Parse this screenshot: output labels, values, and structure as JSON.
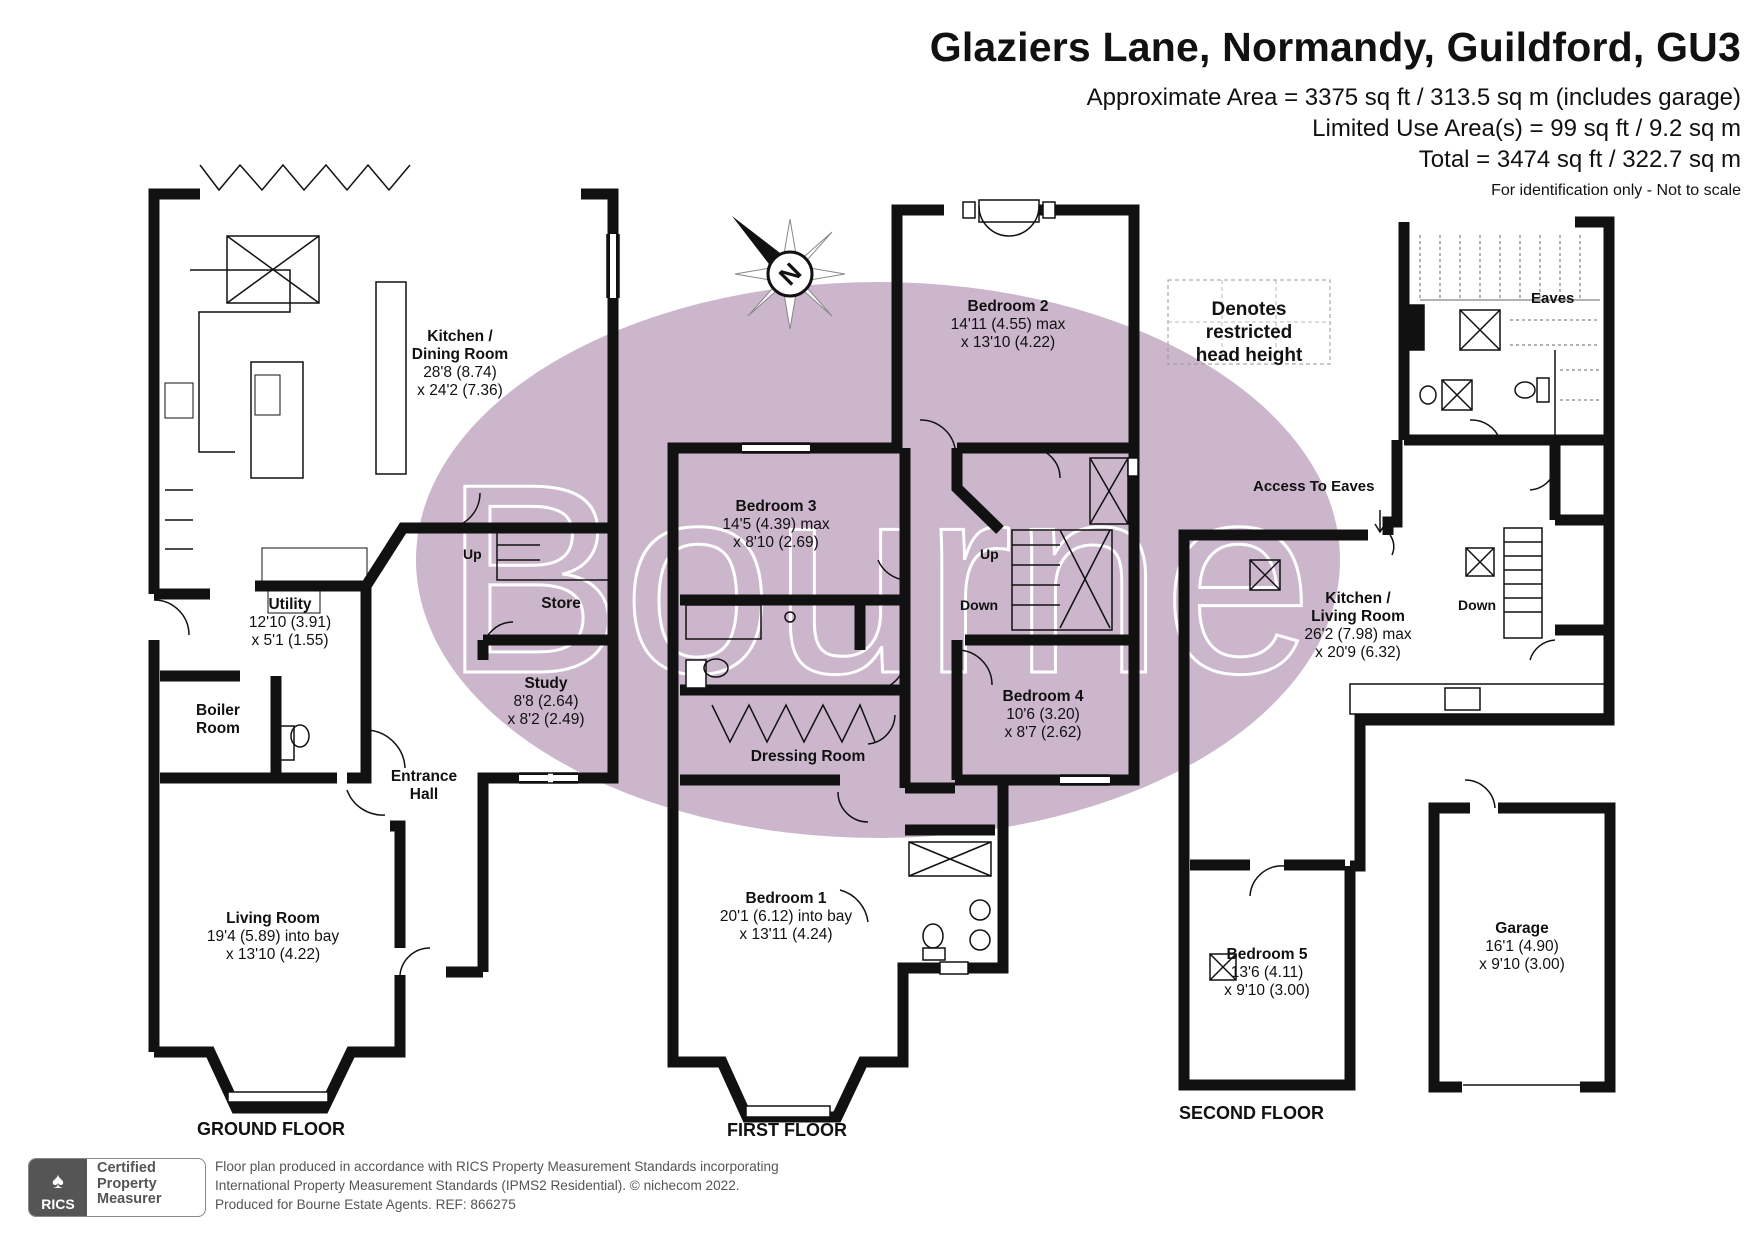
{
  "header": {
    "title": "Glaziers Lane, Normandy, Guildford, GU3",
    "approx_area": "Approximate Area = 3375 sq ft / 313.5 sq m (includes garage)",
    "limited_use": "Limited Use Area(s) = 99 sq ft / 9.2 sq m",
    "total": "Total = 3474 sq ft / 322.7 sq m",
    "identification": "For identification only - Not to scale"
  },
  "watermark": "Bourne",
  "compass": "N",
  "legend": {
    "restricted": [
      "Denotes restricted",
      "head height"
    ]
  },
  "floors": {
    "ground": "GROUND FLOOR",
    "first": "FIRST FLOOR",
    "second": "SECOND FLOOR"
  },
  "rooms": {
    "kitchen_dining": {
      "name": [
        "Kitchen /",
        "Dining Room"
      ],
      "dims": [
        "28'8 (8.74)",
        "x 24'2 (7.36)"
      ]
    },
    "utility": {
      "name": [
        "Utility"
      ],
      "dims": [
        "12'10 (3.91)",
        "x 5'1 (1.55)"
      ]
    },
    "boiler": {
      "name": [
        "Boiler",
        "Room"
      ],
      "dims": []
    },
    "entrance_hall": {
      "name": [
        "Entrance",
        "Hall"
      ],
      "dims": []
    },
    "store": {
      "name": [
        "Store"
      ],
      "dims": []
    },
    "study": {
      "name": [
        "Study"
      ],
      "dims": [
        "8'8 (2.64)",
        "x 8'2 (2.49)"
      ]
    },
    "living_room": {
      "name": [
        "Living Room"
      ],
      "dims": [
        "19'4 (5.89) into bay",
        "x 13'10 (4.22)"
      ]
    },
    "bedroom2": {
      "name": [
        "Bedroom 2"
      ],
      "dims": [
        "14'11 (4.55) max",
        "x 13'10 (4.22)"
      ]
    },
    "bedroom3": {
      "name": [
        "Bedroom 3"
      ],
      "dims": [
        "14'5 (4.39) max",
        "x 8'10 (2.69)"
      ]
    },
    "bedroom4": {
      "name": [
        "Bedroom 4"
      ],
      "dims": [
        "10'6 (3.20)",
        "x 8'7 (2.62)"
      ]
    },
    "dressing_room": {
      "name": [
        "Dressing Room"
      ],
      "dims": []
    },
    "bedroom1": {
      "name": [
        "Bedroom 1"
      ],
      "dims": [
        "20'1 (6.12) into bay",
        "x 13'11 (4.24)"
      ]
    },
    "kitchen_living": {
      "name": [
        "Kitchen /",
        "Living Room"
      ],
      "dims": [
        "26'2 (7.98) max",
        "x 20'9 (6.32)"
      ]
    },
    "bedroom5": {
      "name": [
        "Bedroom 5"
      ],
      "dims": [
        "13'6 (4.11)",
        "x 9'10 (3.00)"
      ]
    },
    "garage": {
      "name": [
        "Garage"
      ],
      "dims": [
        "16'1 (4.90)",
        "x 9'10 (3.00)"
      ]
    }
  },
  "stair_labels": {
    "ground_up": "Up",
    "first_up": "Up",
    "first_down": "Down",
    "second_down": "Down"
  },
  "annotations": {
    "access_eaves": "Access To Eaves",
    "eaves": "Eaves"
  },
  "badge": {
    "logo": "RICS",
    "lines": [
      "Certified",
      "Property",
      "Measurer"
    ]
  },
  "footer": [
    "Floor plan produced in accordance with RICS Property Measurement Standards incorporating",
    "International Property Measurement Standards (IPMS2 Residential).   © nichecom 2022.",
    "Produced for Bourne Estate Agents.   REF:  866275"
  ],
  "colors": {
    "wall": "#111111",
    "watermark_fill": "#cbb6cc",
    "watermark_text": "#ffffff"
  }
}
